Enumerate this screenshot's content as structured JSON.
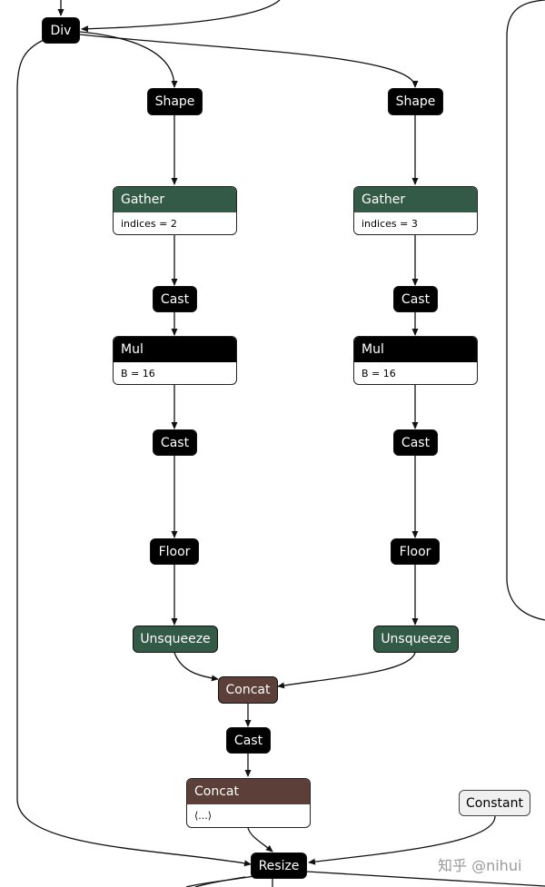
{
  "nodes": {
    "div": "Div",
    "shape_left": "Shape",
    "shape_right": "Shape",
    "cast_left_1": "Cast",
    "cast_right_1": "Cast",
    "cast_left_2": "Cast",
    "cast_right_2": "Cast",
    "floor_left": "Floor",
    "floor_right": "Floor",
    "unsqueeze_left": "Unsqueeze",
    "unsqueeze_right": "Unsqueeze",
    "concat_1": "Concat",
    "cast_center": "Cast",
    "constant": "Constant",
    "resize": "Resize"
  },
  "cards": {
    "gather_left": {
      "title": "Gather",
      "attr": "indices = 2"
    },
    "gather_right": {
      "title": "Gather",
      "attr": "indices = 3"
    },
    "mul_left": {
      "title": "Mul",
      "attr": "B = 16"
    },
    "mul_right": {
      "title": "Mul",
      "attr": "B = 16"
    },
    "concat_2": {
      "title": "Concat",
      "attr": "⟨...⟩"
    }
  },
  "watermark": "知乎 @nihui",
  "colors": {
    "op_default": "#000000",
    "op_shape_transform": "#335a47",
    "op_concat": "#5b3f38",
    "constant": "#f0f0f0",
    "edge": "#111111"
  }
}
